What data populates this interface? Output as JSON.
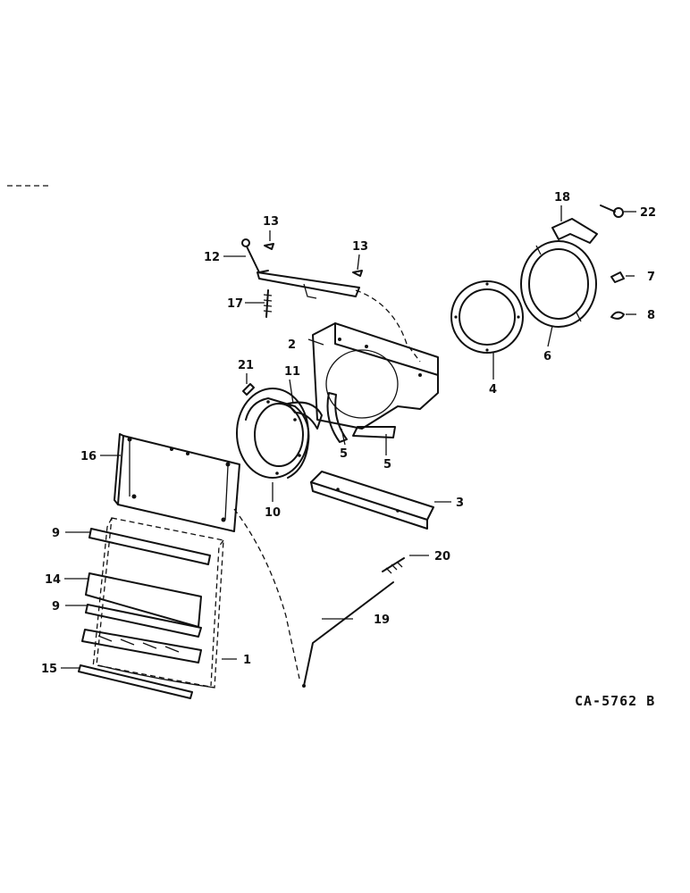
{
  "reference_code": "CA-5762 B",
  "callouts": [
    "1",
    "2",
    "3",
    "4",
    "5",
    "5",
    "6",
    "7",
    "8",
    "9",
    "9",
    "10",
    "11",
    "12",
    "13",
    "13",
    "14",
    "15",
    "16",
    "17",
    "18",
    "19",
    "20",
    "21",
    "22"
  ]
}
